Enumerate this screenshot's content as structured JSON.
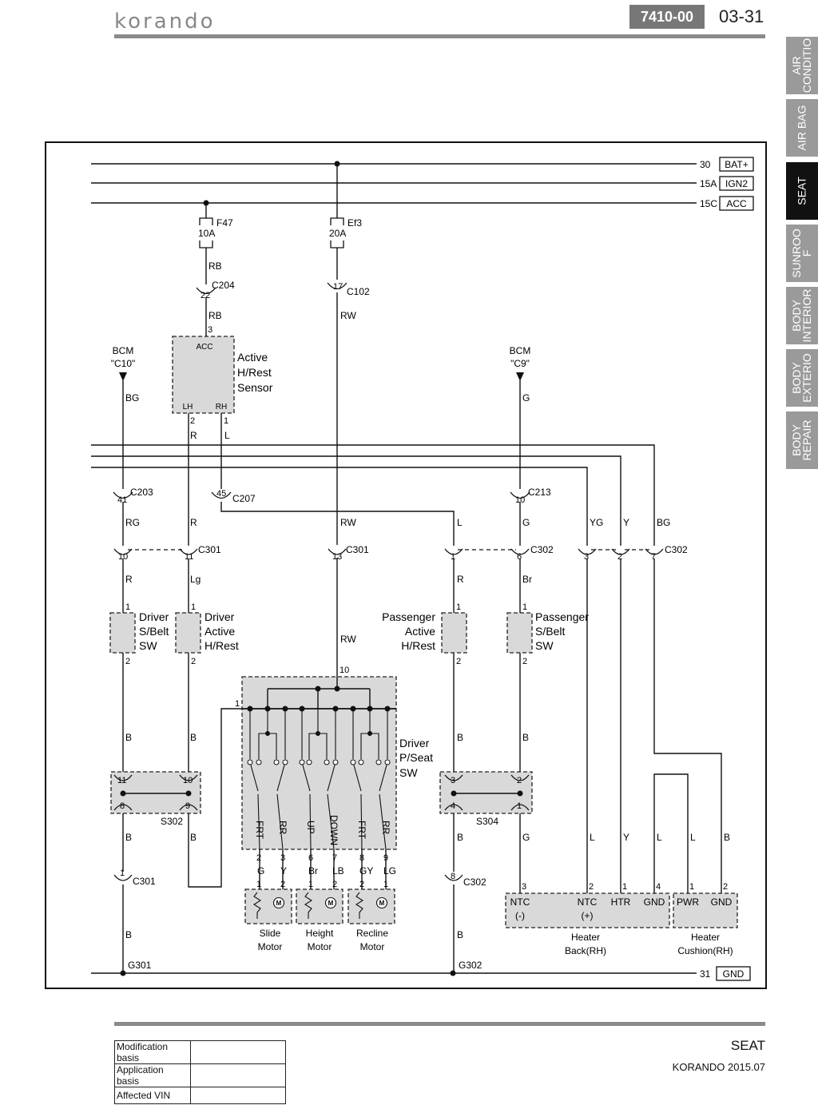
{
  "header": {
    "logo": "korando",
    "code": "7410-00",
    "page": "03-31"
  },
  "side_tabs": [
    {
      "label": "AIR\nCONDITIO",
      "active": false
    },
    {
      "label": "AIR BAG",
      "active": false
    },
    {
      "label": "SEAT",
      "active": true
    },
    {
      "label": "SUNROO\nF",
      "active": false
    },
    {
      "label": "BODY\nINTERIOR",
      "active": false
    },
    {
      "label": "BODY\nEXTERIO",
      "active": false
    },
    {
      "label": "BODY\nREPAIR",
      "active": false
    }
  ],
  "diagram": {
    "rails": {
      "r30": {
        "num": "30",
        "tag": "BAT+"
      },
      "r15a": {
        "num": "15A",
        "tag": "IGN2"
      },
      "r15c": {
        "num": "15C",
        "tag": "ACC"
      },
      "r31": {
        "num": "31",
        "tag": "GND"
      }
    },
    "fuses": {
      "f47": {
        "name": "F47",
        "rating": "10A"
      },
      "ef3": {
        "name": "Ef3",
        "rating": "20A"
      }
    },
    "wires": {
      "rb": "RB",
      "rw": "RW",
      "bg": "BG",
      "g": "G",
      "r": "R",
      "l": "L",
      "rg": "RG",
      "yg": "YG",
      "y": "Y",
      "lg": "Lg",
      "br": "Br",
      "b": "B",
      "sg": "G",
      "sy": "Y",
      "hbr": "Br",
      "hlb": "LB",
      "rgy": "GY",
      "rlg": "LG"
    },
    "connectors": {
      "c204": "C204",
      "c102": "C102",
      "c203": "C203",
      "c207": "C207",
      "c213": "C213",
      "c301": "C301",
      "c302": "C302",
      "s302": "S302",
      "s304": "S304",
      "g301": "G301",
      "g302": "G302"
    },
    "pins": {
      "p22": "22",
      "p3": "3",
      "p17": "17",
      "p2": "2",
      "p1": "1",
      "p41": "41",
      "p45": "45",
      "p10": "10",
      "p11": "11",
      "p13": "13",
      "p6": "6",
      "p7": "7",
      "p8": "8",
      "p9": "9",
      "p4": "4"
    },
    "bcm_left": {
      "name": "BCM",
      "conn": "\"C10\""
    },
    "bcm_right": {
      "name": "BCM",
      "conn": "\"C9\""
    },
    "sensor": {
      "acc": "ACC",
      "lh": "LH",
      "rh": "RH",
      "lines": [
        "Active",
        "H/Rest",
        "Sensor"
      ]
    },
    "drv_belt": [
      "Driver",
      "S/Belt",
      "SW"
    ],
    "drv_rest": [
      "Driver",
      "Active",
      "H/Rest"
    ],
    "pas_rest": [
      "Passenger",
      "Active",
      "H/Rest"
    ],
    "pas_belt": [
      "Passenger",
      "S/Belt",
      "SW"
    ],
    "pseat": [
      "Driver",
      "P/Seat",
      "SW"
    ],
    "sw_dirs": [
      "FRT",
      "RR",
      "UP",
      "DOWN",
      "FRT",
      "RR"
    ],
    "motors": {
      "slide": [
        "Slide",
        "Motor"
      ],
      "height": [
        "Height",
        "Motor"
      ],
      "recline": [
        "Recline",
        "Motor"
      ],
      "m": "M"
    },
    "heater_back": {
      "ntc_neg": [
        "NTC",
        "(-)"
      ],
      "ntc_pos": [
        "NTC",
        "(+)"
      ],
      "htr": "HTR",
      "gnd": "GND",
      "name": [
        "Heater",
        "Back(RH)"
      ]
    },
    "heater_cushion": {
      "pwr": "PWR",
      "gnd": "GND",
      "name": [
        "Heater",
        "Cushion(RH)"
      ]
    }
  },
  "footer": {
    "rows": [
      {
        "label": "Modification basis",
        "value": ""
      },
      {
        "label": "Application basis",
        "value": ""
      },
      {
        "label": "Affected VIN",
        "value": ""
      }
    ],
    "section": "SEAT",
    "model": "KORANDO 2015.07"
  }
}
